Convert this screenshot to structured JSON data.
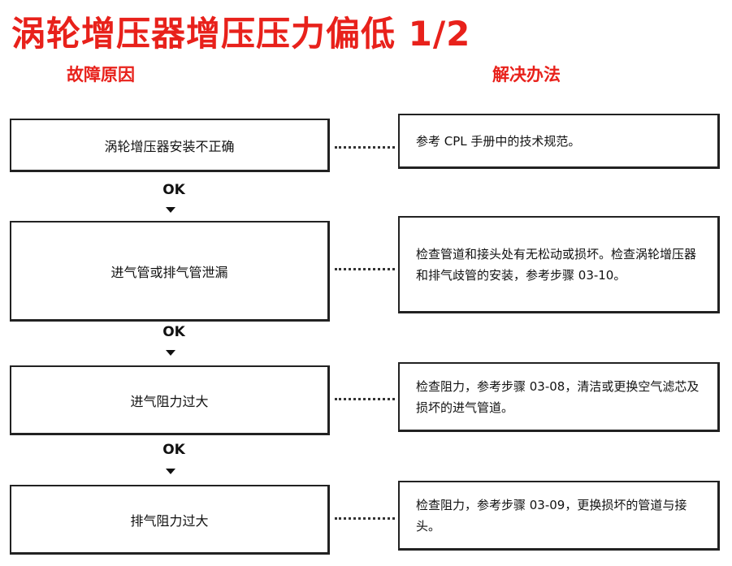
{
  "title": "涡轮增压器增压压力偏低 1/2",
  "columns": {
    "cause": "故障原因",
    "solution": "解决办法"
  },
  "connector_label": "OK",
  "steps": [
    {
      "cause": "涡轮增压器安装不正确",
      "solution": "参考 CPL 手册中的技术规范。"
    },
    {
      "cause": "进气管或排气管泄漏",
      "solution": "检查管道和接头处有无松动或损坏。检查涡轮增压器和排气歧管的安装，参考步骤 03-10。"
    },
    {
      "cause": "进气阻力过大",
      "solution": "检查阻力，参考步骤 03-08，清洁或更换空气滤芯及损坏的进气管道。"
    },
    {
      "cause": "排气阻力过大",
      "solution": "检查阻力，参考步骤 03-09，更换损坏的管道与接头。"
    }
  ],
  "colors": {
    "title": "#e8211b",
    "border": "#222222"
  }
}
